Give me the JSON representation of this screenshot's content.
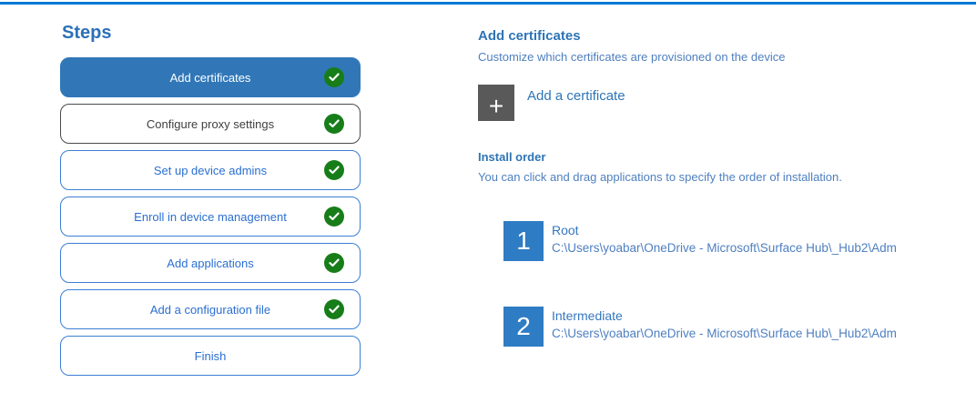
{
  "colors": {
    "top_bar": "#0078d7",
    "active_step_bg": "#3177b8",
    "step_border_blue": "#3b7fd4",
    "step_text_blue": "#2a6fd2",
    "step_border_gray": "#4a4a4c",
    "check_green": "#177d19",
    "heading_blue": "#2e74b5",
    "body_text_blue": "#4e7fc0",
    "add_square_gray": "#595959",
    "order_square_blue": "#2e7cc4"
  },
  "steps_panel": {
    "title": "Steps",
    "items": [
      {
        "label": "Add certificates",
        "state": "active",
        "completed": true
      },
      {
        "label": "Configure proxy settings",
        "state": "neutral",
        "completed": true
      },
      {
        "label": "Set up device admins",
        "state": "normal",
        "completed": true
      },
      {
        "label": "Enroll in device management",
        "state": "normal",
        "completed": true
      },
      {
        "label": "Add applications",
        "state": "normal",
        "completed": true
      },
      {
        "label": "Add a configuration file",
        "state": "normal",
        "completed": true
      },
      {
        "label": "Finish",
        "state": "normal",
        "completed": false
      }
    ]
  },
  "content": {
    "title": "Add certificates",
    "subtitle": "Customize which certificates are provisioned on the device",
    "add_button": {
      "icon": "plus-icon",
      "plus_glyph": "+",
      "label": "Add a certificate"
    },
    "install_order": {
      "title": "Install order",
      "description": "You can click and drag applications to specify the order of installation.",
      "items": [
        {
          "order": "1",
          "name": "Root",
          "path": "C:\\Users\\yoabar\\OneDrive - Microsoft\\Surface Hub\\_Hub2\\Adm"
        },
        {
          "order": "2",
          "name": "Intermediate",
          "path": "C:\\Users\\yoabar\\OneDrive - Microsoft\\Surface Hub\\_Hub2\\Adm"
        }
      ]
    }
  }
}
